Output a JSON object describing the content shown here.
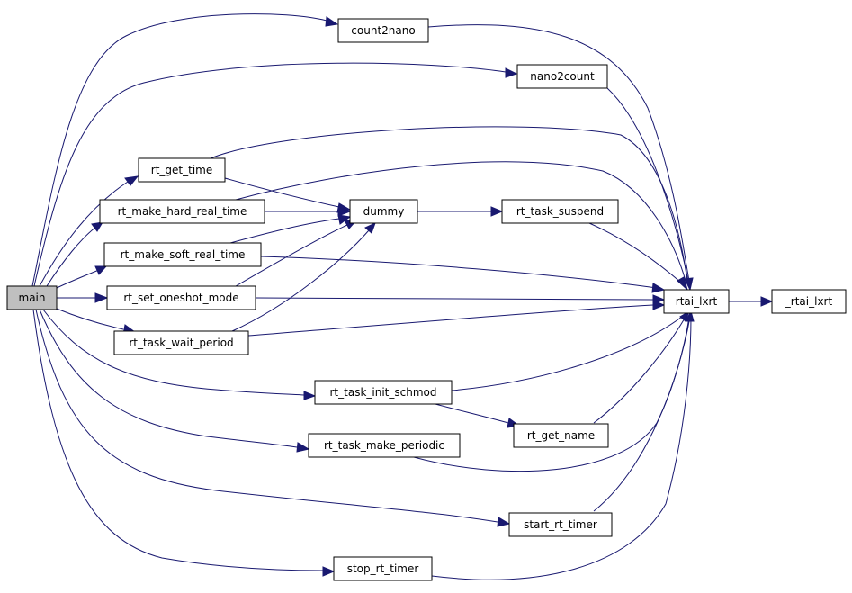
{
  "graph": {
    "nodes": {
      "main": "main",
      "count2nano": "count2nano",
      "nano2count": "nano2count",
      "rt_get_time": "rt_get_time",
      "rt_make_hard_real_time": "rt_make_hard_real_time",
      "dummy": "dummy",
      "rt_task_suspend": "rt_task_suspend",
      "rt_make_soft_real_time": "rt_make_soft_real_time",
      "rt_set_oneshot_mode": "rt_set_oneshot_mode",
      "rtai_lxrt": "rtai_lxrt",
      "_rtai_lxrt": "_rtai_lxrt",
      "rt_task_wait_period": "rt_task_wait_period",
      "rt_task_init_schmod": "rt_task_init_schmod",
      "rt_get_name": "rt_get_name",
      "rt_task_make_periodic": "rt_task_make_periodic",
      "start_rt_timer": "start_rt_timer",
      "stop_rt_timer": "stop_rt_timer"
    },
    "colors": {
      "edge": "#191970",
      "root_fill": "#bfbfbf",
      "node_fill": "#ffffff",
      "node_border": "#000000"
    }
  }
}
